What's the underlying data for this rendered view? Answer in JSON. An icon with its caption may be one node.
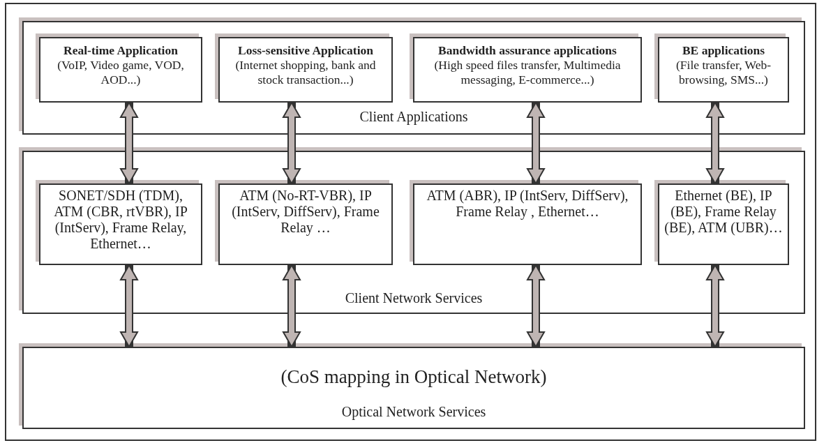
{
  "diagram": {
    "nodes": [
      {
        "text": [
          "Client Applications"
        ]
      },
      {
        "text": [
          "Real-time Application",
          "(VoIP, Video game, VOD, AOD...)"
        ],
        "in": 0
      },
      {
        "text": [
          "Loss-sensitive Application",
          "(Internet shopping, bank and stock transaction...)"
        ],
        "in": 0
      },
      {
        "text": [
          "Bandwidth assurance applications",
          "(High speed files transfer, Multimedia messaging, E-commerce...)"
        ],
        "in": 0
      },
      {
        "text": [
          "BE applications",
          "(File transfer, Web-browsing, SMS...)"
        ],
        "in": 0
      },
      {
        "text": [
          "Client Network Services"
        ]
      },
      {
        "text": [
          "SONET/SDH (TDM), ATM (CBR, rtVBR), IP (IntServ), Frame Relay, Ethernet…"
        ],
        "in": 5
      },
      {
        "text": [
          "ATM (No-RT-VBR), IP (IntServ, DiffServ), Frame Relay …"
        ],
        "in": 5
      },
      {
        "text": [
          "ATM (ABR), IP (IntServ, DiffServ), Frame Relay , Ethernet…"
        ],
        "in": 5
      },
      {
        "text": [
          "Ethernet (BE), IP (BE), Frame Relay (BE), ATM (UBR)…"
        ],
        "in": 5
      },
      {
        "text": [
          "(CoS mapping in Optical Network)",
          "Optical Network Services"
        ]
      }
    ],
    "edges": [
      {
        "from": 1,
        "to": 6,
        "arrow": "both"
      },
      {
        "from": 2,
        "to": 7,
        "arrow": "both"
      },
      {
        "from": 3,
        "to": 8,
        "arrow": "both"
      },
      {
        "from": 4,
        "to": 9,
        "arrow": "both"
      },
      {
        "from": 6,
        "to": 10,
        "arrow": "both"
      },
      {
        "from": 7,
        "to": 10,
        "arrow": "both"
      },
      {
        "from": 8,
        "to": 10,
        "arrow": "both"
      },
      {
        "from": 9,
        "to": 10,
        "arrow": "both"
      }
    ]
  }
}
